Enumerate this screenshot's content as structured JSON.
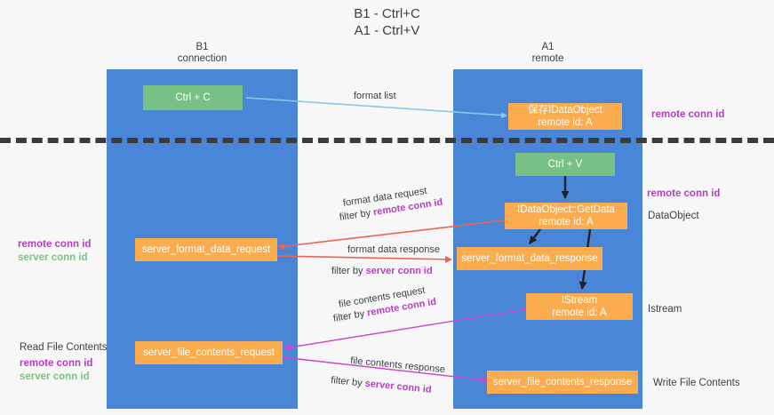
{
  "title": {
    "line1": "B1 - Ctrl+C",
    "line2": "A1 - Ctrl+V"
  },
  "columns": [
    {
      "id": "b1",
      "name": "B1",
      "role": "connection"
    },
    {
      "id": "a1",
      "name": "A1",
      "role": "remote"
    }
  ],
  "colors": {
    "lane": "#4a86d8",
    "green_node": "#76c183",
    "orange_node": "#fbac4e",
    "divider": "#3b3b3b",
    "remote_conn_id": "#b43fc4",
    "server_conn_id": "#7bc47f",
    "arrow_format_list": "#8ec5ea",
    "arrow_format_data": "#ee6352",
    "arrow_file_contents": "#cc44cc",
    "arrow_black": "#202124",
    "background": "#f7f7f7"
  },
  "nodes": {
    "ctrl_c": {
      "label": "Ctrl + C"
    },
    "ctrl_v": {
      "label": "Ctrl + V"
    },
    "save_idataobject": {
      "line1": "保存IDataObject",
      "line2": "remote id: A"
    },
    "getdata": {
      "line1": "IDataObject::GetData",
      "line2": "remote id: A"
    },
    "istream": {
      "line1": "IStream",
      "line2": "remote id: A"
    },
    "server_format_data_request": {
      "label": "server_format_data_request"
    },
    "server_format_data_response": {
      "label": "server_format_data_response"
    },
    "server_file_contents_request": {
      "label": "server_file_contents_request"
    },
    "server_file_contents_response": {
      "label": "server_file_contents_response"
    }
  },
  "edge_labels": {
    "format_list": "format list",
    "format_data_request": "format data request",
    "format_data_request_filter_prefix": "filter by ",
    "format_data_request_filter_key": "remote conn id",
    "format_data_response": "format data response",
    "format_data_response_filter_prefix": "filter by ",
    "format_data_response_filter_key": "server conn id",
    "file_contents_request": "file contents request",
    "file_contents_request_filter_prefix": "filter by ",
    "file_contents_request_filter_key": "remote conn id",
    "file_contents_response": "file contents response",
    "file_contents_response_filter_prefix": "filter by ",
    "file_contents_response_filter_key": "server conn id"
  },
  "right_annotations": {
    "remote_conn_id_top": "remote conn id",
    "remote_conn_id_mid": "remote conn id",
    "dataobject": "DataObject",
    "istream": "Istream",
    "write_file_contents": "Write File Contents"
  },
  "left_annotations": {
    "remote_conn_id_mid": "remote conn id",
    "server_conn_id_mid": "server conn id",
    "read_file_contents": "Read File Contents",
    "remote_conn_id_bottom": "remote conn id",
    "server_conn_id_bottom": "server conn id"
  }
}
